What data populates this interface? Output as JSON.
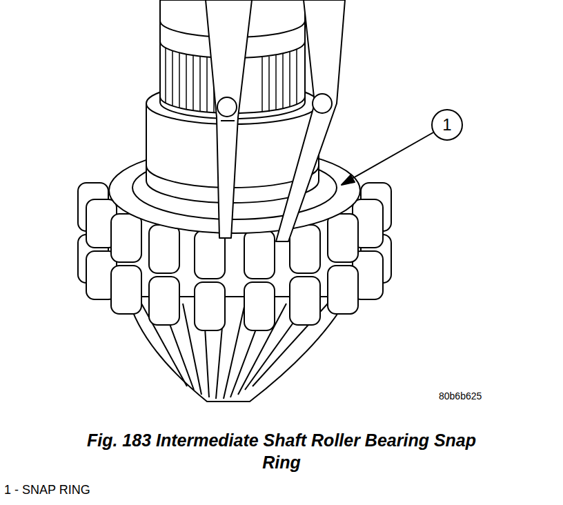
{
  "diagram": {
    "caption": "Fig. 183 Intermediate Shaft Roller Bearing Snap Ring",
    "nodes": [
      {
        "text": [
          "1"
        ]
      }
    ],
    "edges": [],
    "labels": [
      "80b6b625",
      "1 - SNAP RING"
    ]
  }
}
